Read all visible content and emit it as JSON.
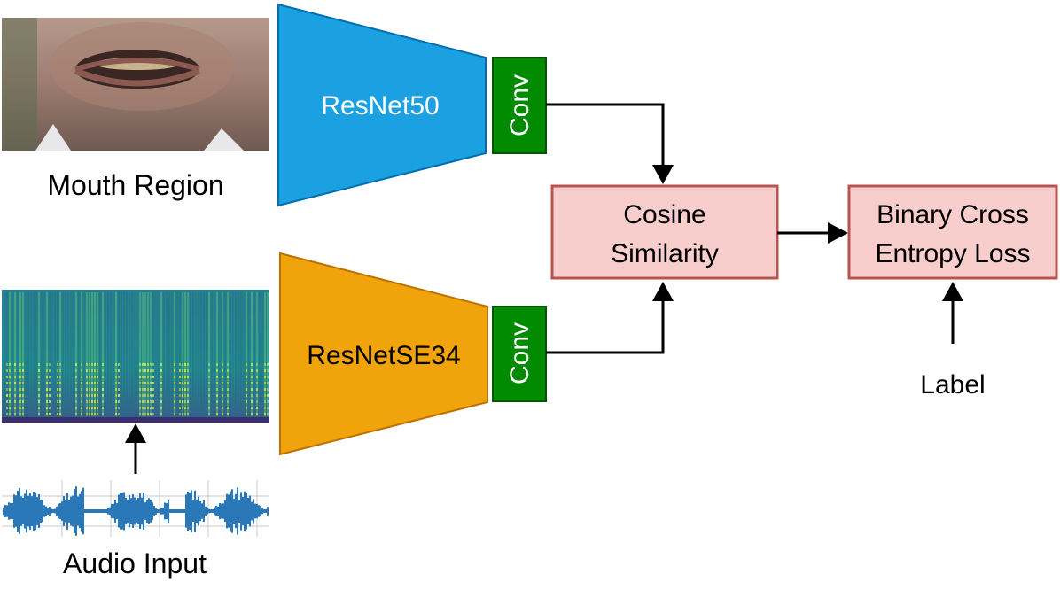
{
  "inputs": {
    "mouth_label": "Mouth Region",
    "audio_label": "Audio Input"
  },
  "encoders": {
    "video_encoder": "ResNet50",
    "audio_encoder": "ResNetSE34",
    "video_conv": "Conv",
    "audio_conv": "Conv"
  },
  "similarity": {
    "line1": "Cosine",
    "line2": "Similarity"
  },
  "loss": {
    "line1": "Binary Cross",
    "line2": "Entropy Loss"
  },
  "label_input": "Label",
  "colors": {
    "video_encoder_fill": "#1ba1e2",
    "audio_encoder_fill": "#f0a30a",
    "conv_fill": "#008a00",
    "conv_stroke": "#005700",
    "box_fill": "#f8cecc",
    "box_stroke": "#b85450",
    "waveform": "#2a78b8"
  }
}
